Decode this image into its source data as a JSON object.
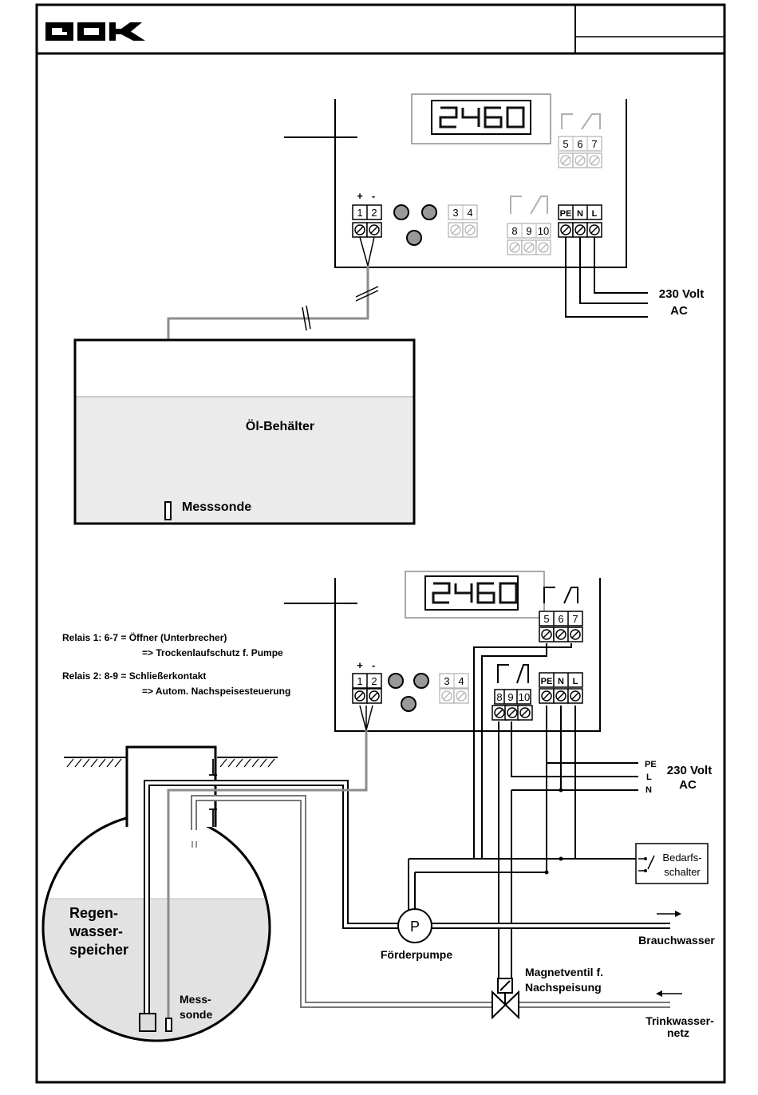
{
  "header": {
    "logo": "GOK",
    "right_cell": ""
  },
  "display_value": "2460",
  "top": {
    "terminals_sensor": [
      "1",
      "2"
    ],
    "polarity": [
      "+",
      "-"
    ],
    "terminals_34": [
      "3",
      "4"
    ],
    "terminals_relay1": [
      "5",
      "6",
      "7"
    ],
    "terminals_relay2": [
      "8",
      "9",
      "10"
    ],
    "terminals_power": [
      "PE",
      "N",
      "L"
    ],
    "power_label_1": "230 Volt",
    "power_label_2": "AC",
    "tank_label": "Öl-Behälter",
    "probe_label": "Messsonde"
  },
  "bottom": {
    "relay1_line1": "Relais 1:  6-7 = Öffner (Unterbrecher)",
    "relay1_line2": "=> Trockenlaufschutz f. Pumpe",
    "relay2_line1": "Relais 2:  8-9 = Schließerkontakt",
    "relay2_line2": "=> Autom. Nachspeisesteuerung",
    "line_PE": "PE",
    "line_L": "L",
    "line_N": "N",
    "power_label_1": "230 Volt",
    "power_label_2": "AC",
    "switch_label_1": "Bedarfs-",
    "switch_label_2": "schalter",
    "pump_symbol": "P",
    "pump_label": "Förderpumpe",
    "service_water": "Brauchwasser",
    "valve_label_1": "Magnetventil f.",
    "valve_label_2": "Nachspeisung",
    "mains_1": "Trinkwasser-",
    "mains_2": "netz",
    "tank_1": "Regen-",
    "tank_2": "wasser-",
    "tank_3": "speicher",
    "probe_1": "Mess-",
    "probe_2": "sonde"
  }
}
